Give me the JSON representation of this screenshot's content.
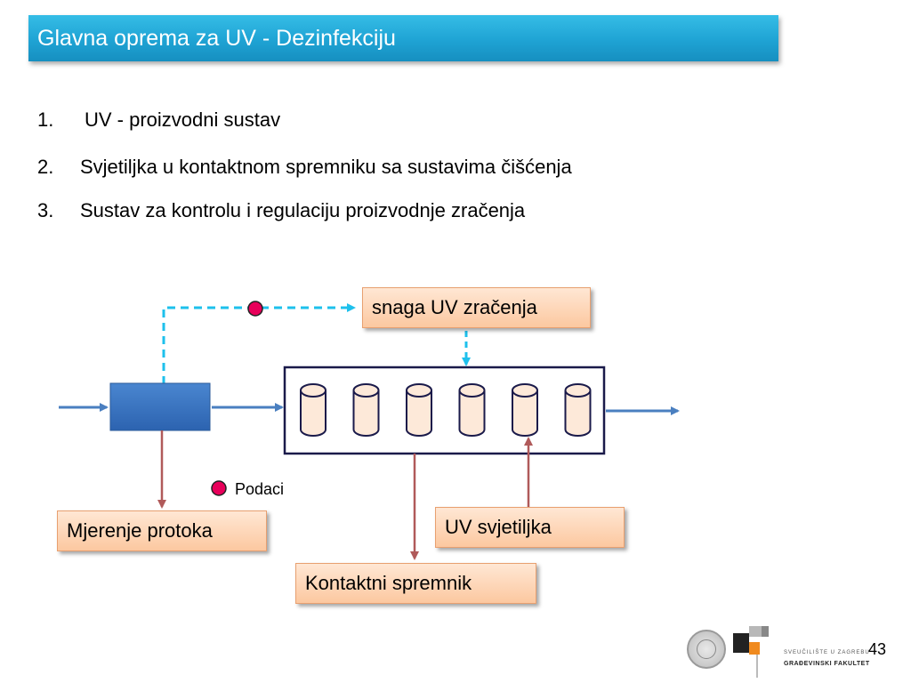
{
  "slide": {
    "title": "Glavna oprema za UV - Dezinfekciju",
    "page_number": "43"
  },
  "list": [
    {
      "num": "1.",
      "text": "UV - proizvodni sustav"
    },
    {
      "num": "2.",
      "text": "Svjetiljka u kontaktnom spremniku sa sustavima čišćenja"
    },
    {
      "num": "3.",
      "text": "Sustav za kontrolu i regulaciju proizvodnje zračenja"
    }
  ],
  "diagram": {
    "labels": {
      "uv_power": "snaga UV zračenja",
      "flow_measurement": "Mjerenje protoka",
      "uv_lamp": "UV svjetiljka",
      "contact_tank": "Kontaktni spremnik"
    },
    "legend": {
      "data_label": "Podaci"
    },
    "lamp_count": 6,
    "colors": {
      "data_line": "#1ec0ec",
      "data_dot": "#e8005a",
      "flow_arrow": "#4a7fc0",
      "measure_arrow": "#b05a5a",
      "label_fill": "#fcc8a0",
      "title_bar": "#1fa3d4"
    }
  },
  "footer": {
    "university": "SVEUČILIŠTE U ZAGREBU",
    "faculty": "GRAĐEVINSKI FAKULTET"
  }
}
